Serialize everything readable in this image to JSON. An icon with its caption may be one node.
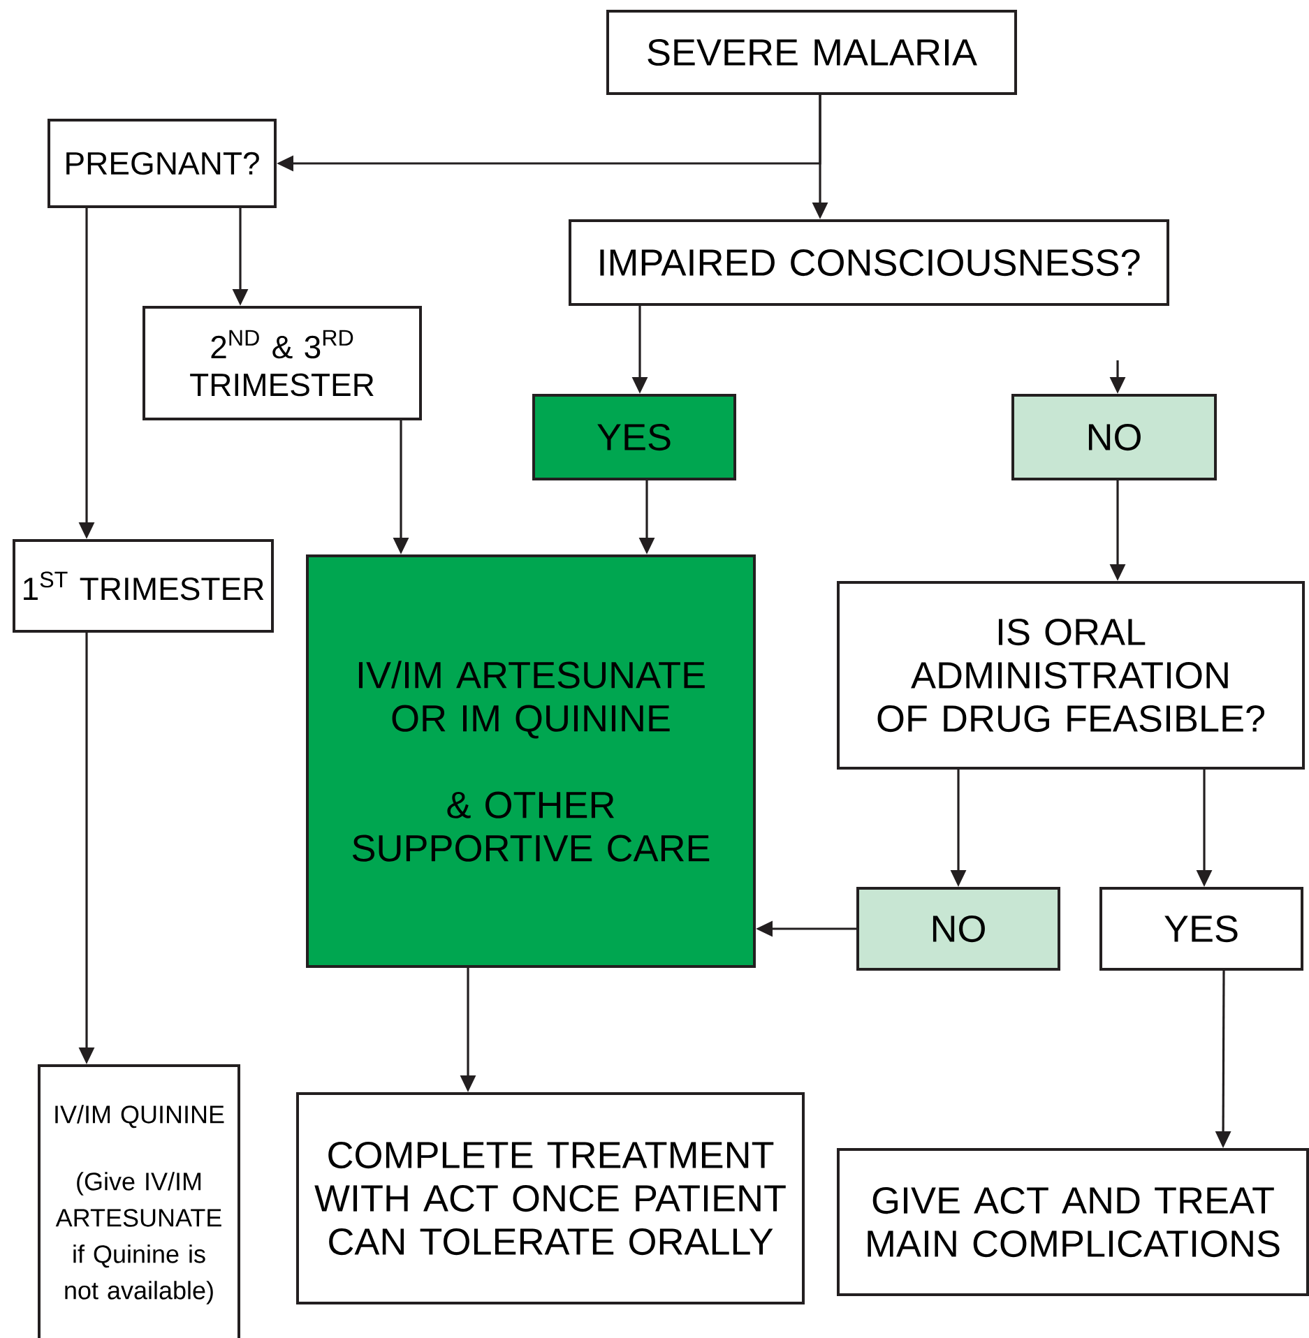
{
  "diagram": {
    "nodes": [
      {
        "text": [
          "SEVERE MALARIA"
        ]
      },
      {
        "text": [
          "PREGNANT?"
        ]
      },
      {
        "text": [
          "IMPAIRED CONSCIOUSNESS?"
        ]
      },
      {
        "text": [
          "2$^{ND}$ & 3$^{RD}$ TRIMESTER"
        ]
      },
      {
        "text": [
          "YES"
        ]
      },
      {
        "text": [
          "NO"
        ]
      },
      {
        "text": [
          "1$^{ST}$ TRIMESTER"
        ]
      },
      {
        "text": [
          "IV/IM ARTESUNATE OR IM QUININE",
          "& OTHER SUPPORTIVE CARE"
        ]
      },
      {
        "text": [
          "IS ORAL ADMINISTRATION OF DRUG FEASIBLE?"
        ]
      },
      {
        "text": [
          "NO"
        ]
      },
      {
        "text": [
          "YES"
        ]
      },
      {
        "text": [
          "IV/IM QUININE",
          "(Give IV/IM ARTESUNATE if Quinine is not available)"
        ]
      },
      {
        "text": [
          "COMPLETE TREATMENT WITH ACT ONCE PATIENT CAN TOLERATE ORALLY"
        ]
      },
      {
        "text": [
          "GIVE ACT AND TREAT MAIN COMPLICATIONS"
        ]
      }
    ],
    "edges": [
      {
        "from": 0,
        "to": 1,
        "arrow": "to"
      },
      {
        "from": 0,
        "to": 2,
        "arrow": "to"
      },
      {
        "from": 1,
        "to": 3,
        "arrow": "to"
      },
      {
        "from": 1,
        "to": 6,
        "arrow": "to"
      },
      {
        "from": 2,
        "to": 4,
        "arrow": "to"
      },
      {
        "from": null,
        "to": 5,
        "arrow": "to"
      },
      {
        "from": 3,
        "to": 7,
        "arrow": "to"
      },
      {
        "from": 4,
        "to": 7,
        "arrow": "to"
      },
      {
        "from": 5,
        "to": 8,
        "arrow": "to"
      },
      {
        "from": 8,
        "to": 9,
        "arrow": "to"
      },
      {
        "from": 8,
        "to": 10,
        "arrow": "to"
      },
      {
        "from": 9,
        "to": 7,
        "arrow": "to"
      },
      {
        "from": 10,
        "to": 13,
        "arrow": "to"
      },
      {
        "from": 6,
        "to": 11,
        "arrow": "to"
      },
      {
        "from": 7,
        "to": 12,
        "arrow": "to"
      }
    ]
  }
}
